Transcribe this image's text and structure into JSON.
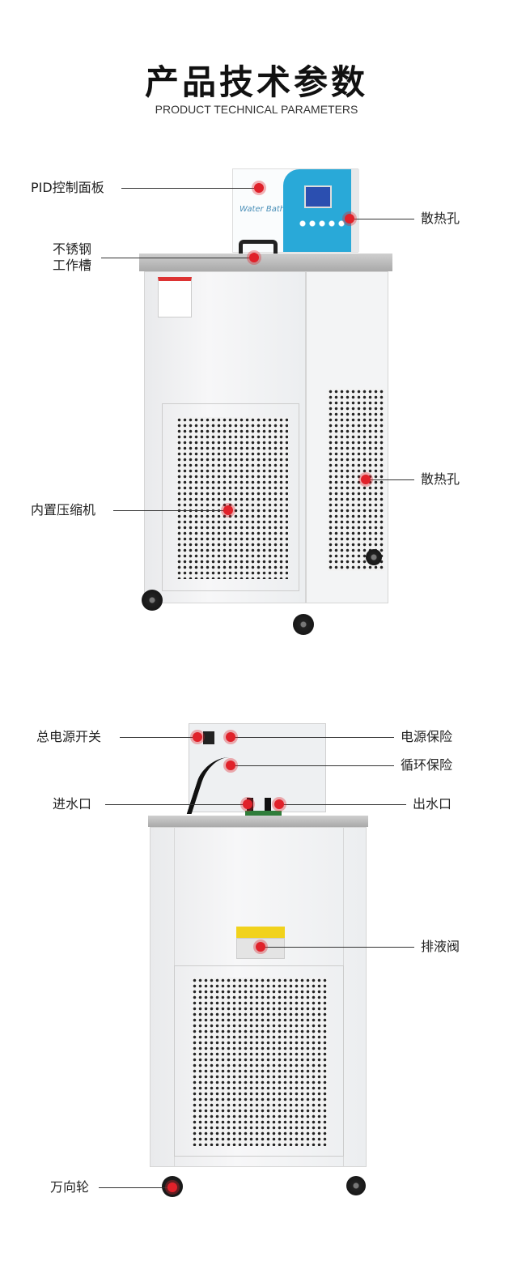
{
  "header": {
    "title": "产品技术参数",
    "subtitle": "PRODUCT TECHNICAL PARAMETERS"
  },
  "front_view": {
    "panel_brand": "Water Bath",
    "labels": {
      "pid_panel": "PID控制面板",
      "tank_line1": "不锈钢",
      "tank_line2": "工作槽",
      "vent_top": "散热孔",
      "compressor": "内置压缩机",
      "vent_side": "散热孔"
    }
  },
  "rear_view": {
    "labels": {
      "main_switch": "总电源开关",
      "power_fuse": "电源保险",
      "circ_fuse": "循环保险",
      "water_inlet": "进水口",
      "water_outlet": "出水口",
      "drain_valve": "排液阀",
      "caster": "万向轮"
    }
  },
  "colors": {
    "accent": "#e0212a",
    "panel": "#29a9d8"
  }
}
